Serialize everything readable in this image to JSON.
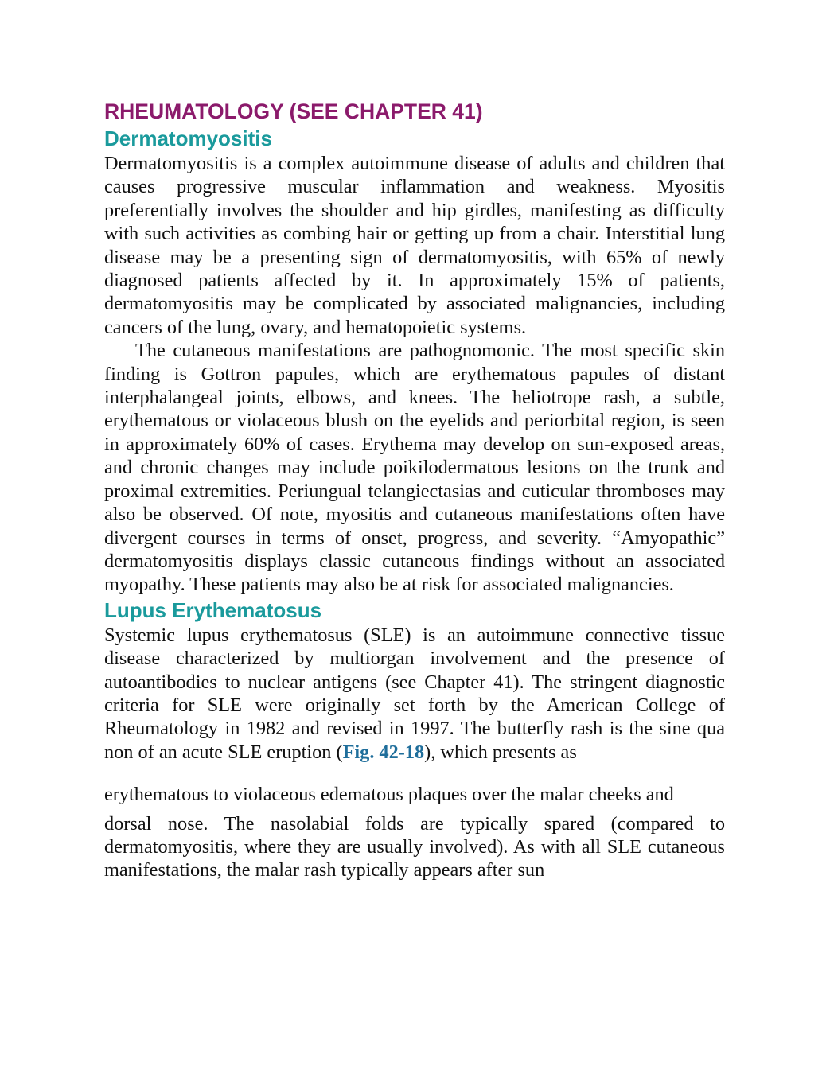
{
  "chapter_heading": "RHEUMATOLOGY (SEE CHAPTER 41)",
  "sections": [
    {
      "title": "Dermatomyositis",
      "paragraphs": [
        "Dermatomyositis is a complex autoimmune disease of adults and children that causes progressive muscular inflammation and weakness. Myositis preferentially involves the shoulder and hip girdles, manifesting as difficulty with such activities as combing hair or getting up from a chair. Interstitial lung disease may be a presenting sign of dermatomyositis, with 65% of newly diagnosed patients affected by it. In approximately 15% of patients, dermatomyositis may be complicated by associated malignancies, including cancers of the lung, ovary, and hematopoietic systems.",
        "The cutaneous manifestations are pathognomonic. The most specific skin finding is Gottron papules, which are erythematous papules of distant interphalangeal joints, elbows, and knees. The heliotrope rash, a subtle, erythematous or violaceous blush on the eyelids and periorbital region, is seen in approximately 60% of cases. Erythema may develop on sun-exposed areas, and chronic changes may include poikilodermatous lesions on the trunk and proximal extremities. Periungual telangiectasias and cuticular thromboses may also be observed. Of note, myositis and cutaneous manifestations often have divergent courses in terms of onset, progress, and severity. “Amyopathic” dermatomyositis displays classic cutaneous findings without an associated myopathy. These patients may also be at risk for associated malignancies."
      ]
    },
    {
      "title": "Lupus Erythematosus",
      "p3_before": "Systemic lupus erythematosus (SLE) is an autoimmune connective tissue disease characterized by multiorgan involvement and the presence of autoantibodies to nuclear antigens (see Chapter 41). The stringent diagnostic criteria for SLE were originally set forth by the American College of Rheumatology in 1982 and revised in 1997. The butterfly rash is the sine qua non of an acute SLE eruption (",
      "figure_ref": "Fig. 42-18",
      "p3_after": "), which presents as",
      "p4_line1": "erythematous to violaceous edematous plaques over the malar cheeks and",
      "p4_rest": "dorsal nose. The nasolabial folds are typically spared (compared to dermatomyositis, where they are usually involved). As with all SLE cutaneous manifestations, the malar rash typically appears after sun"
    }
  ],
  "colors": {
    "chapter_heading": "#8b1a6b",
    "section_heading": "#1a9a9c",
    "figure_link": "#1f6e9b"
  }
}
